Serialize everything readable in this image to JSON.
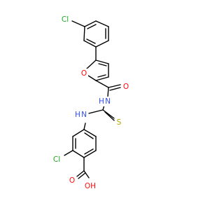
{
  "colors": {
    "bond": "#000000",
    "chlorine": "#1fa91f",
    "oxygen": "#ff0d0d",
    "nitrogen": "#3050f8",
    "sulfur": "#b2a600",
    "carbon": "#000000"
  },
  "labels": {
    "cl_top": "Cl",
    "o_furan": "O",
    "o_amide": "O",
    "nh_amide": "N",
    "h_amide": "H",
    "s_thio": "S",
    "h_thio": "H",
    "nh_thio": "N",
    "cl_bottom": "Cl",
    "o_carbonyl": "O",
    "o_hydroxyl": "OH"
  }
}
